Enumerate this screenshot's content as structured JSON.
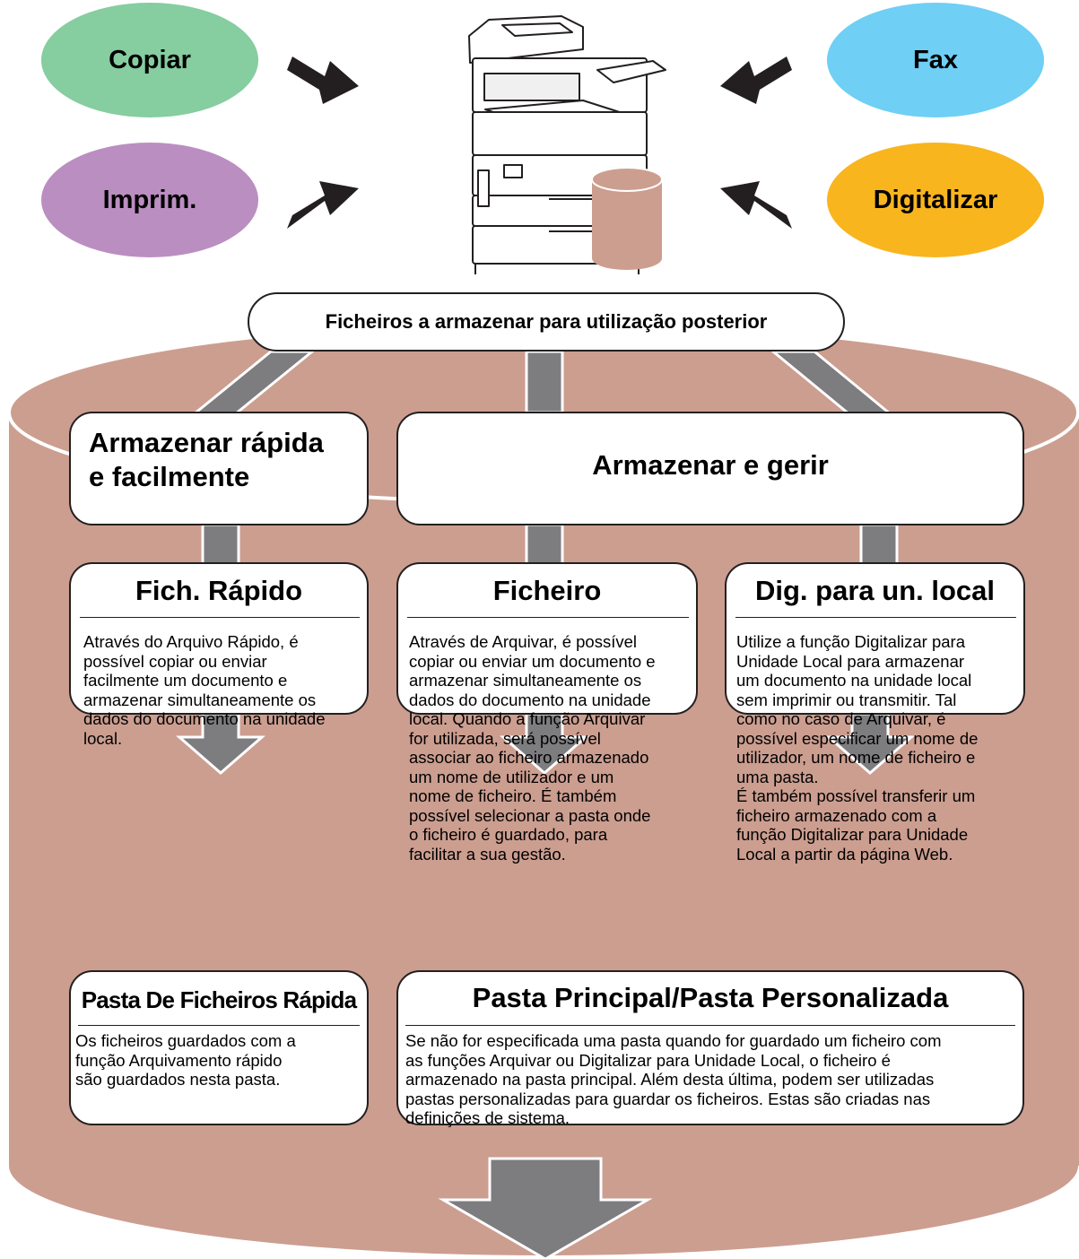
{
  "sources": {
    "copiar": "Copiar",
    "imprim": "Imprim.",
    "fax": "Fax",
    "digitalizar": "Digitalizar"
  },
  "header": "Ficheiros a armazenar para utilização posterior",
  "groups": {
    "quick": "Armazenar rápida\ne facilmente",
    "manage": "Armazenar e gerir"
  },
  "functions": {
    "quick_file": {
      "title": "Fich. Rápido",
      "text": "Através do Arquivo Rápido, é\npossível copiar ou enviar\nfacilmente um documento e\narmazenar simultaneamente os\ndados do documento na unidade\nlocal."
    },
    "file": {
      "title": "Ficheiro",
      "text": "Através de Arquivar, é possível\ncopiar ou enviar um documento e\narmazenar simultaneamente os\ndados do documento na unidade\nlocal. Quando a função Arquivar\nfor utilizada, será possível\nassociar ao ficheiro armazenado\num nome de utilizador e um\nnome de ficheiro. É também\npossível selecionar a pasta onde\no ficheiro é guardado, para\nfacilitar a sua gestão."
    },
    "scan_local": {
      "title": "Dig. para un. local",
      "text": "Utilize a função Digitalizar para\nUnidade Local para armazenar\num documento na unidade local\nsem imprimir ou transmitir. Tal\ncomo no caso de Arquivar, é\npossível especificar um nome de\nutilizador, um nome de ficheiro e\numa pasta.\nÉ também possível transferir um\nficheiro armazenado com a\nfunção Digitalizar para Unidade\nLocal a partir da página Web."
    }
  },
  "folders": {
    "quick_folder": {
      "title": "Pasta De Ficheiros Rápida",
      "text": "Os ficheiros guardados com a\nfunção Arquivamento rápido\nsão guardados nesta pasta."
    },
    "main_custom": {
      "title": "Pasta Principal/Pasta Personalizada",
      "text": "Se não for especificada uma pasta quando for guardado um ficheiro com\nas funções Arquivar ou Digitalizar para Unidade Local, o ficheiro é\narmazenado na pasta principal. Além desta última, podem ser utilizadas\npastas personalizadas para guardar os ficheiros. Estas são criadas nas\ndefinições de sistema."
    }
  },
  "colors": {
    "copiar": "#86cda0",
    "imprim": "#bb8ec1",
    "fax": "#6fcff5",
    "digitalizar": "#f8b51e",
    "drum": "#cc9e90",
    "connector": "#7d7d80"
  }
}
